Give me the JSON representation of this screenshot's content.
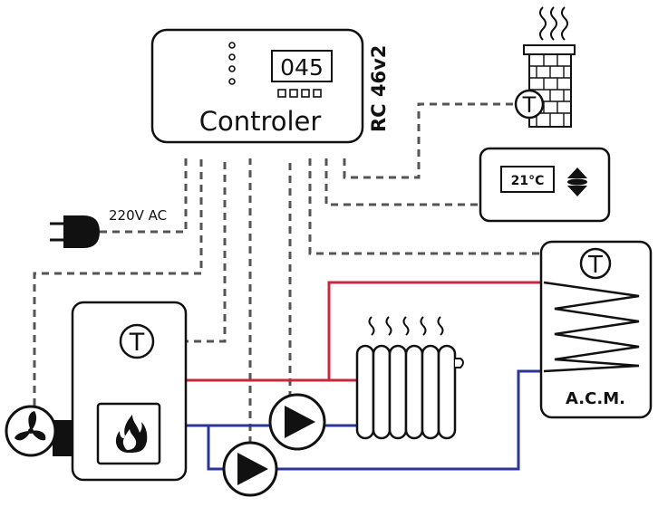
{
  "controller": {
    "label": "Controler",
    "model": "RC 46v2",
    "display_value": "045"
  },
  "power": {
    "label": "220V AC"
  },
  "thermostat": {
    "display": "21°C"
  },
  "tank": {
    "label": "A.C.M."
  },
  "sensors": {
    "symbol": "T"
  },
  "colors": {
    "hot_pipe": "#c8283c",
    "cold_pipe": "#2b3595",
    "signal_wire": "#555555",
    "outline": "#111111"
  }
}
